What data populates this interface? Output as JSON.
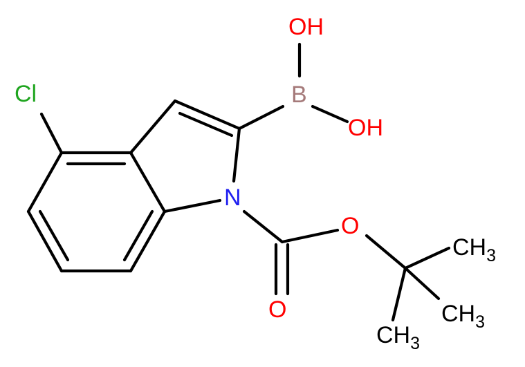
{
  "molecule": {
    "atom_labels": {
      "oh_top": "OH",
      "boron": "B",
      "oh_right": "OH",
      "chlorine": "Cl",
      "nitrogen": "N",
      "ester_oxygen": "O",
      "carbonyl_oxygen": "O",
      "methyl_1": "CH",
      "methyl_1_sub": "3",
      "methyl_2": "CH",
      "methyl_2_sub": "3",
      "methyl_3": "CH",
      "methyl_3_sub": "3"
    },
    "colors": {
      "bond": "#000000",
      "oxygen": "#ff0000",
      "boron": "#a57a7a",
      "chlorine": "#1fa51f",
      "nitrogen": "#1f1ff0",
      "carbon": "#000000"
    }
  }
}
